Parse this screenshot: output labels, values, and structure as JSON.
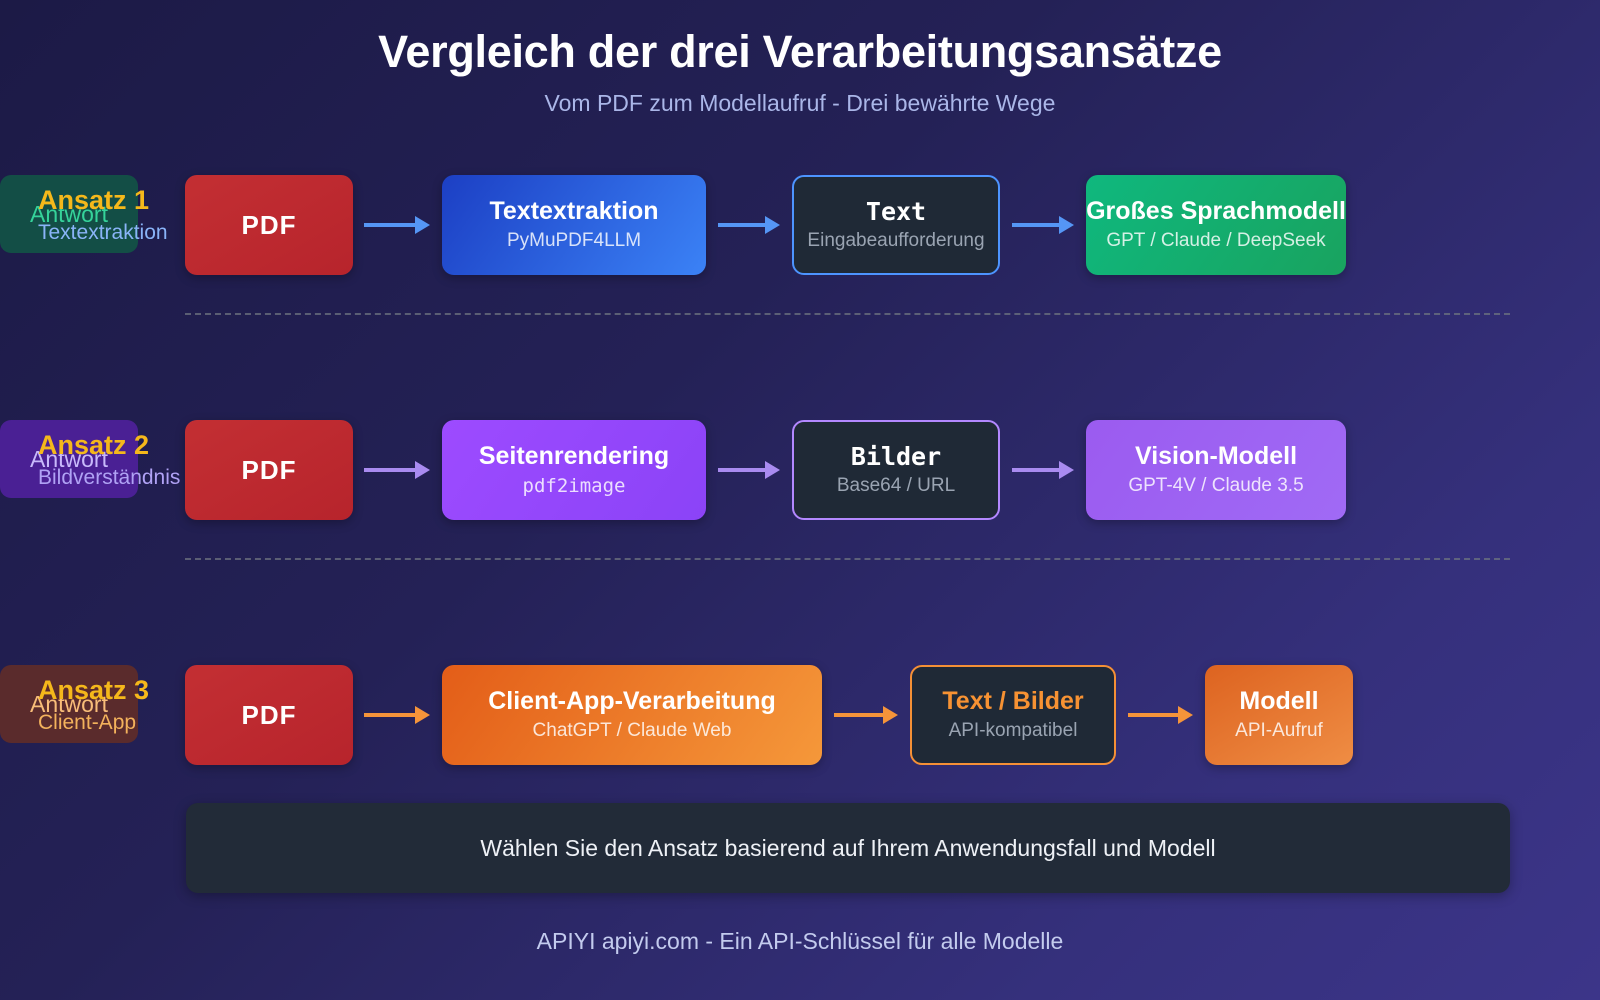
{
  "header": {
    "title": "Vergleich der drei Verarbeitungsansätze",
    "subtitle": "Vom PDF zum Modellaufruf  -  Drei bewährte Wege"
  },
  "rows": [
    {
      "label": "Ansatz 1",
      "sublabel": "Textextraktion",
      "source": {
        "title": "PDF"
      },
      "process": {
        "title": "Textextraktion",
        "sub": "PyMuPDF4LLM"
      },
      "data": {
        "title": "Text",
        "sub": "Eingabeaufforderung"
      },
      "model": {
        "title": "Großes Sprachmodell",
        "sub": "GPT / Claude / DeepSeek"
      },
      "answer": {
        "label": "Antwort"
      },
      "accent": "#3b82f6"
    },
    {
      "label": "Ansatz 2",
      "sublabel": "Bildverständnis",
      "source": {
        "title": "PDF"
      },
      "process": {
        "title": "Seitenrendering",
        "sub": "pdf2image"
      },
      "data": {
        "title": "Bilder",
        "sub": "Base64 / URL"
      },
      "model": {
        "title": "Vision-Modell",
        "sub": "GPT-4V / Claude 3.5"
      },
      "answer": {
        "label": "Antwort"
      },
      "accent": "#a06af5"
    },
    {
      "label": "Ansatz 3",
      "sublabel": "Client-App",
      "source": {
        "title": "PDF"
      },
      "process": {
        "title": "Client-App-Verarbeitung",
        "sub": "ChatGPT / Claude Web"
      },
      "data": {
        "title": "Text / Bilder",
        "sub": "API-kompatibel"
      },
      "model": {
        "title": "Modell",
        "sub": "API-Aufruf"
      },
      "answer": {
        "label": "Antwort"
      },
      "accent": "#f5943a"
    }
  ],
  "note": "Wählen Sie den Ansatz basierend auf Ihrem Anwendungsfall und Modell",
  "footer": "APIYI apiyi.com  -  Ein API-Schlüssel für alle Modelle"
}
